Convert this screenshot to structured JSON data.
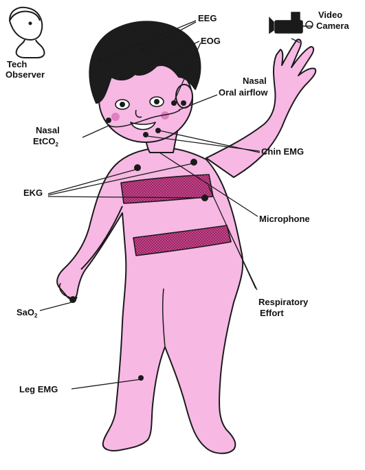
{
  "colors": {
    "skin": "#f7b8e4",
    "outline": "#1a1a1a",
    "hair": "#1c1c1c",
    "belt": "#c23d86"
  },
  "labels": {
    "tech": "Tech",
    "observer": "Observer",
    "eeg": "EEG",
    "eog": "EOG",
    "video": "Video",
    "camera": "Camera",
    "nasal1": "Nasal",
    "oral_airflow": "Oral airflow",
    "nasal2": "Nasal",
    "etco": "EtCO",
    "etco_sub": "2",
    "chin_emg": "Chin EMG",
    "ekg": "EKG",
    "microphone": "Microphone",
    "respiratory": "Respiratory",
    "effort": "Effort",
    "sao": "SaO",
    "sao_sub": "2",
    "leg_emg": "Leg EMG"
  },
  "icons": {
    "observer": "tech-observer-icon",
    "camera": "video-camera-icon"
  }
}
